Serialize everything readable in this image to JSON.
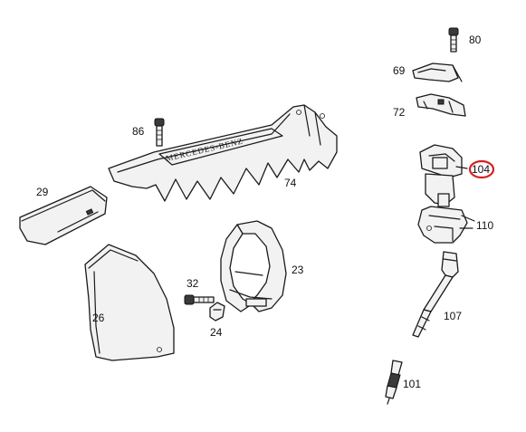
{
  "diagram": {
    "brand_text": "MERCEDES-BENZ",
    "highlight_color": "#d62020",
    "callouts": {
      "p80": "80",
      "p69": "69",
      "p72": "72",
      "p86": "86",
      "p104": "104",
      "p29": "29",
      "p74": "74",
      "p110": "110",
      "p23": "23",
      "p32": "32",
      "p26": "26",
      "p24": "24",
      "p107": "107",
      "p101": "101"
    }
  }
}
